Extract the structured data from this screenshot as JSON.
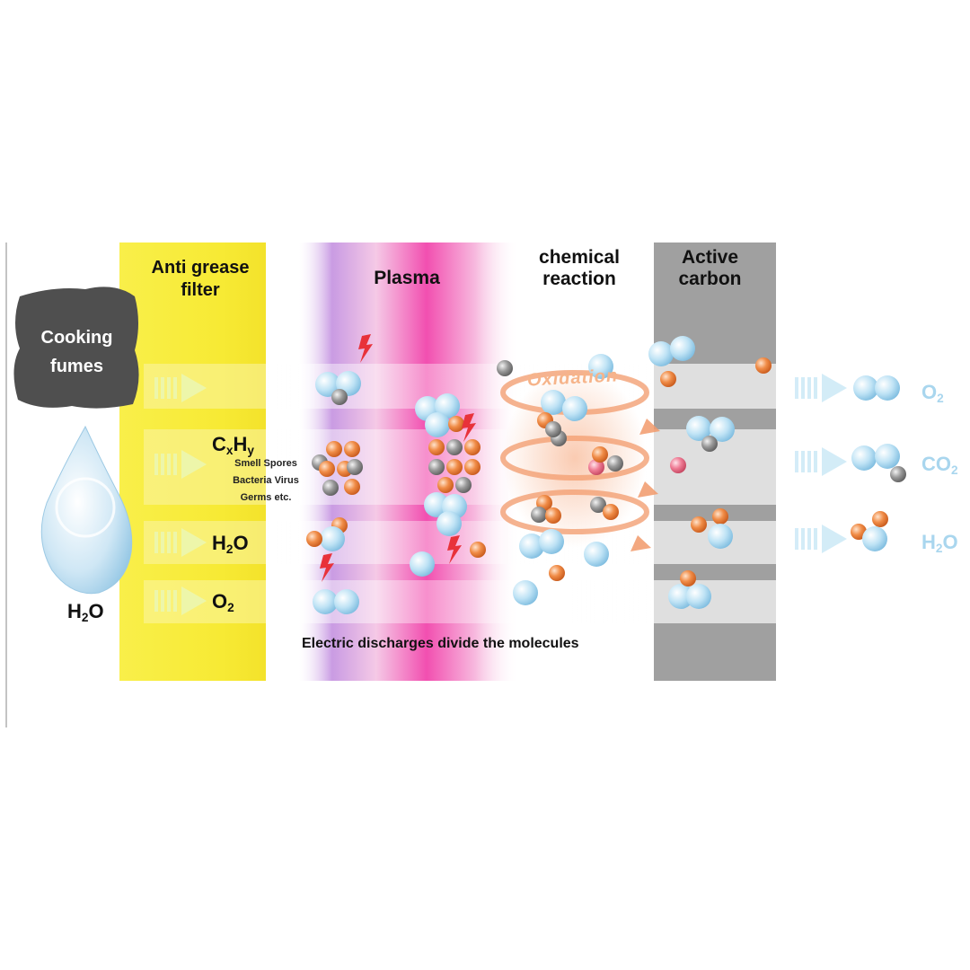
{
  "zones": {
    "anti_grease": "Anti grease\nfilter",
    "plasma": "Plasma",
    "chemical_reaction": "chemical\nreaction",
    "active_carbon": "Active\ncarbon"
  },
  "source": {
    "fumes": "Cooking\nfumes",
    "water_label": {
      "base": "H",
      "sub": "2",
      "tail": "O"
    }
  },
  "inputs": {
    "cxhy": {
      "a": "C",
      "a_sub": "x",
      "b": "H",
      "b_sub": "y"
    },
    "contaminants": [
      "Smell Spores",
      "Bacteria Virus",
      "Germs etc."
    ],
    "h2o": {
      "base": "H",
      "sub": "2",
      "tail": "O"
    },
    "o2": {
      "base": "O",
      "sub": "2",
      "tail": ""
    }
  },
  "process": {
    "oxidation": "Oxidation",
    "discharge_caption": "Electric discharges divide the molecules"
  },
  "outputs": {
    "o2": {
      "base": "O",
      "sub": "2",
      "tail": ""
    },
    "co2": {
      "base": "CO",
      "sub": "2",
      "tail": ""
    },
    "h2o": {
      "base": "H",
      "sub": "2",
      "tail": "O"
    }
  },
  "colors": {
    "grease_filter": "#f7ec3a",
    "plasma_pink": "#f24fb0",
    "plasma_violet": "#b87ad6",
    "carbon_gray": "#9d9d9d",
    "fumes": "#4f4f4f",
    "oxygen_atom": "#a8d8f0",
    "carbon_atom": "#8d8d8d",
    "other_atom": "#ef8a46",
    "discharge": "#e8323a",
    "output_text": "#a9d6ee"
  }
}
